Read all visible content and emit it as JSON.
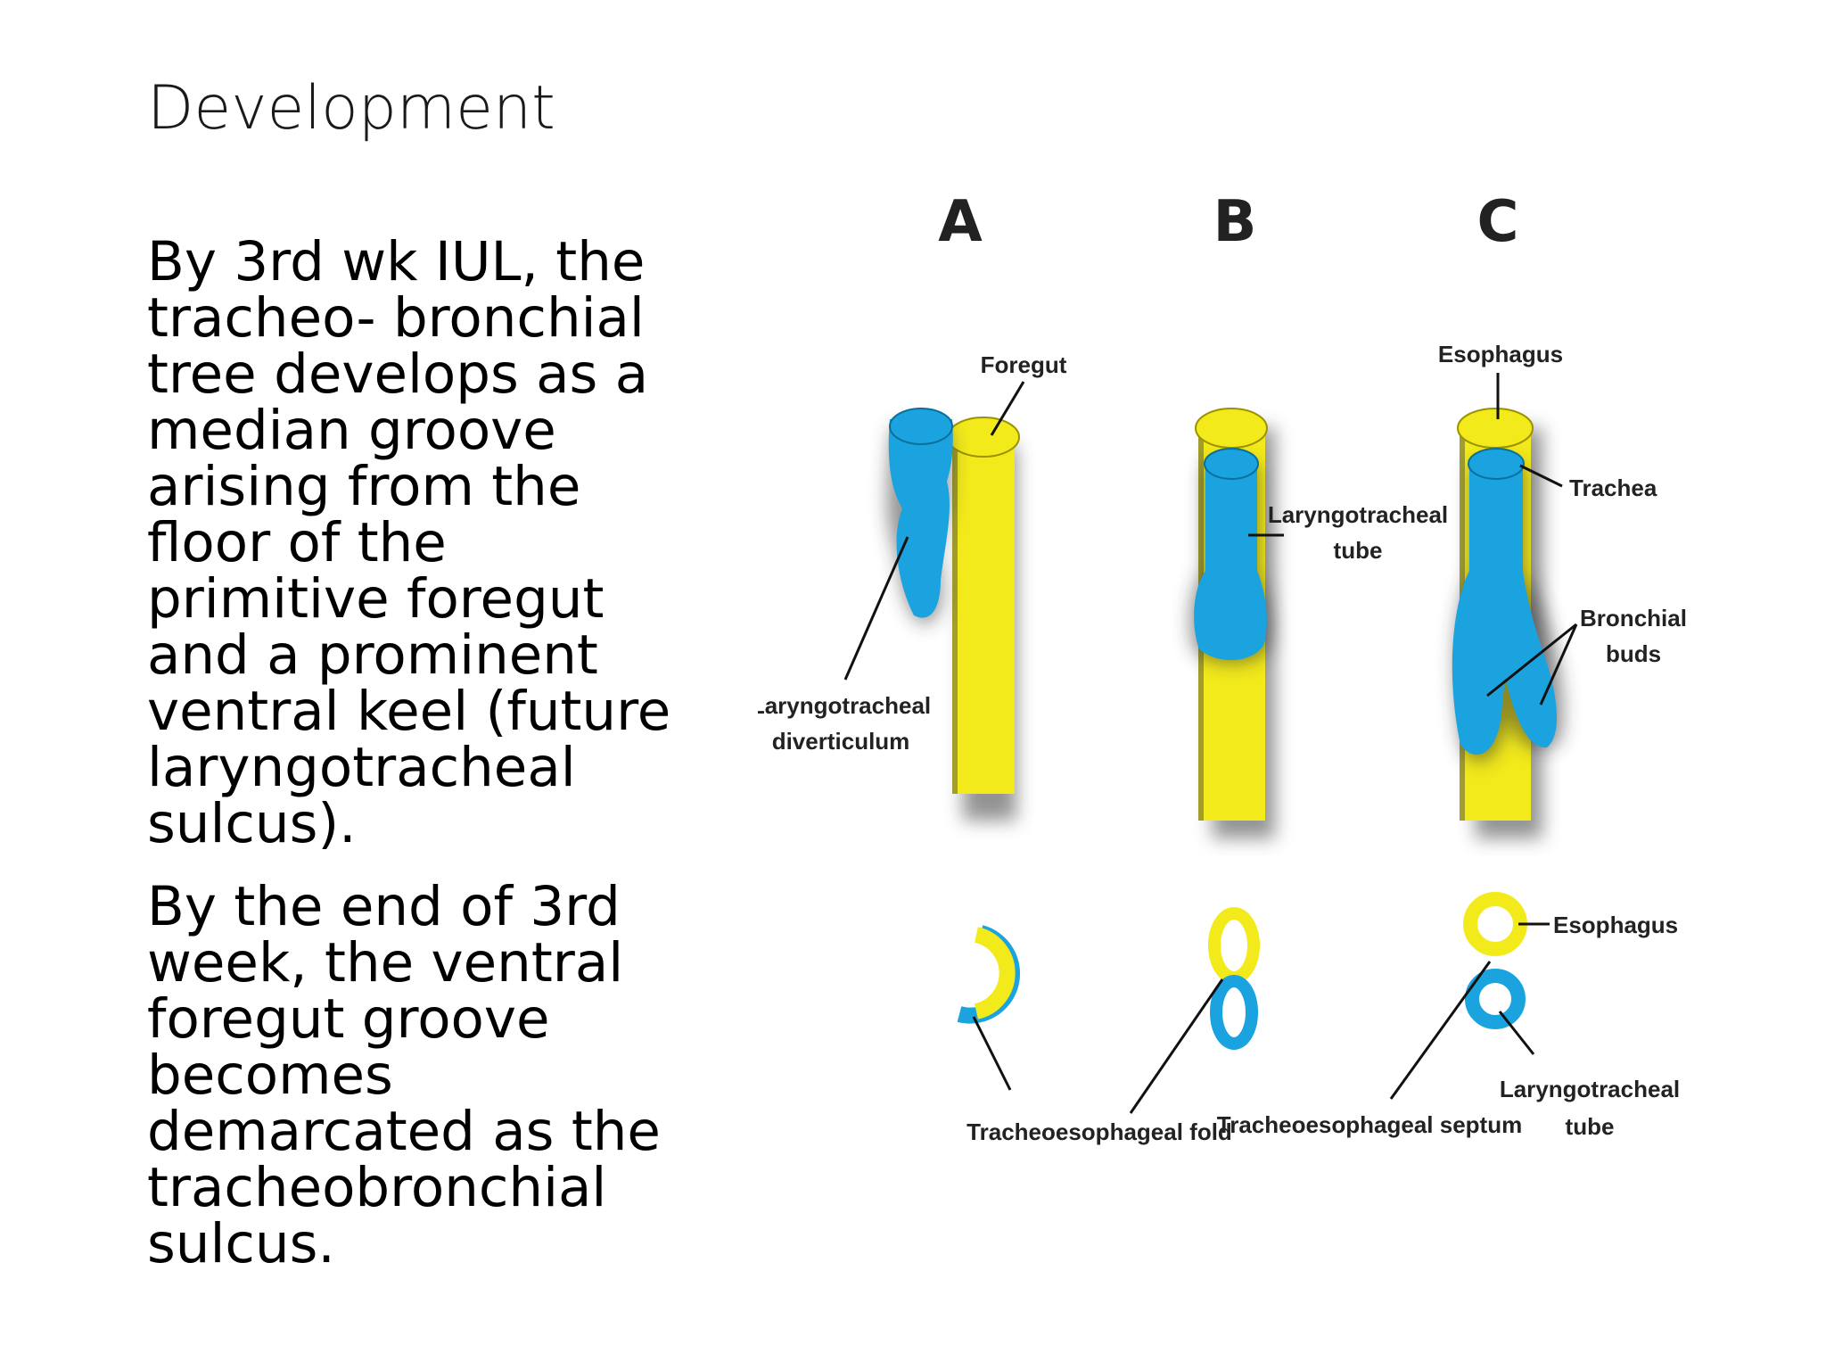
{
  "slide": {
    "title": "Development",
    "paragraphs": [
      [
        "By 3rd wk IUL, the",
        "tracheo- bronchial",
        "tree develops as a",
        "median groove",
        "arising from the",
        "floor of the",
        "primitive foregut",
        "and a prominent",
        "ventral keel (future",
        "laryngotracheal",
        "sulcus)."
      ],
      [
        "By the end of 3rd",
        "week, the ventral",
        "foregut groove",
        "becomes",
        "demarcated as the",
        "tracheobronchial",
        "sulcus."
      ]
    ]
  },
  "figure": {
    "panels": [
      "A",
      "B",
      "C"
    ],
    "labels": {
      "foregut": "Foregut",
      "esophagus_top": "Esophagus",
      "trachea": "Trachea",
      "laryngotracheal_tube_b": [
        "Laryngotracheal",
        "tube"
      ],
      "bronchial_buds": [
        "Bronchial",
        "buds"
      ],
      "laryngotracheal_diverticulum": [
        "Laryngotracheal",
        "diverticulum"
      ],
      "esophagus_bottom": "Esophagus",
      "tracheoesophageal_fold": "Tracheoesophageal fold",
      "tracheoesophageal_septum": "Tracheoesophageal septum",
      "laryngotracheal_tube_c": [
        "Laryngotracheal",
        "tube"
      ]
    },
    "colors": {
      "yellow": "#f3ea1b",
      "blue": "#1aa3de",
      "shadow": "#3a3a3a"
    }
  }
}
